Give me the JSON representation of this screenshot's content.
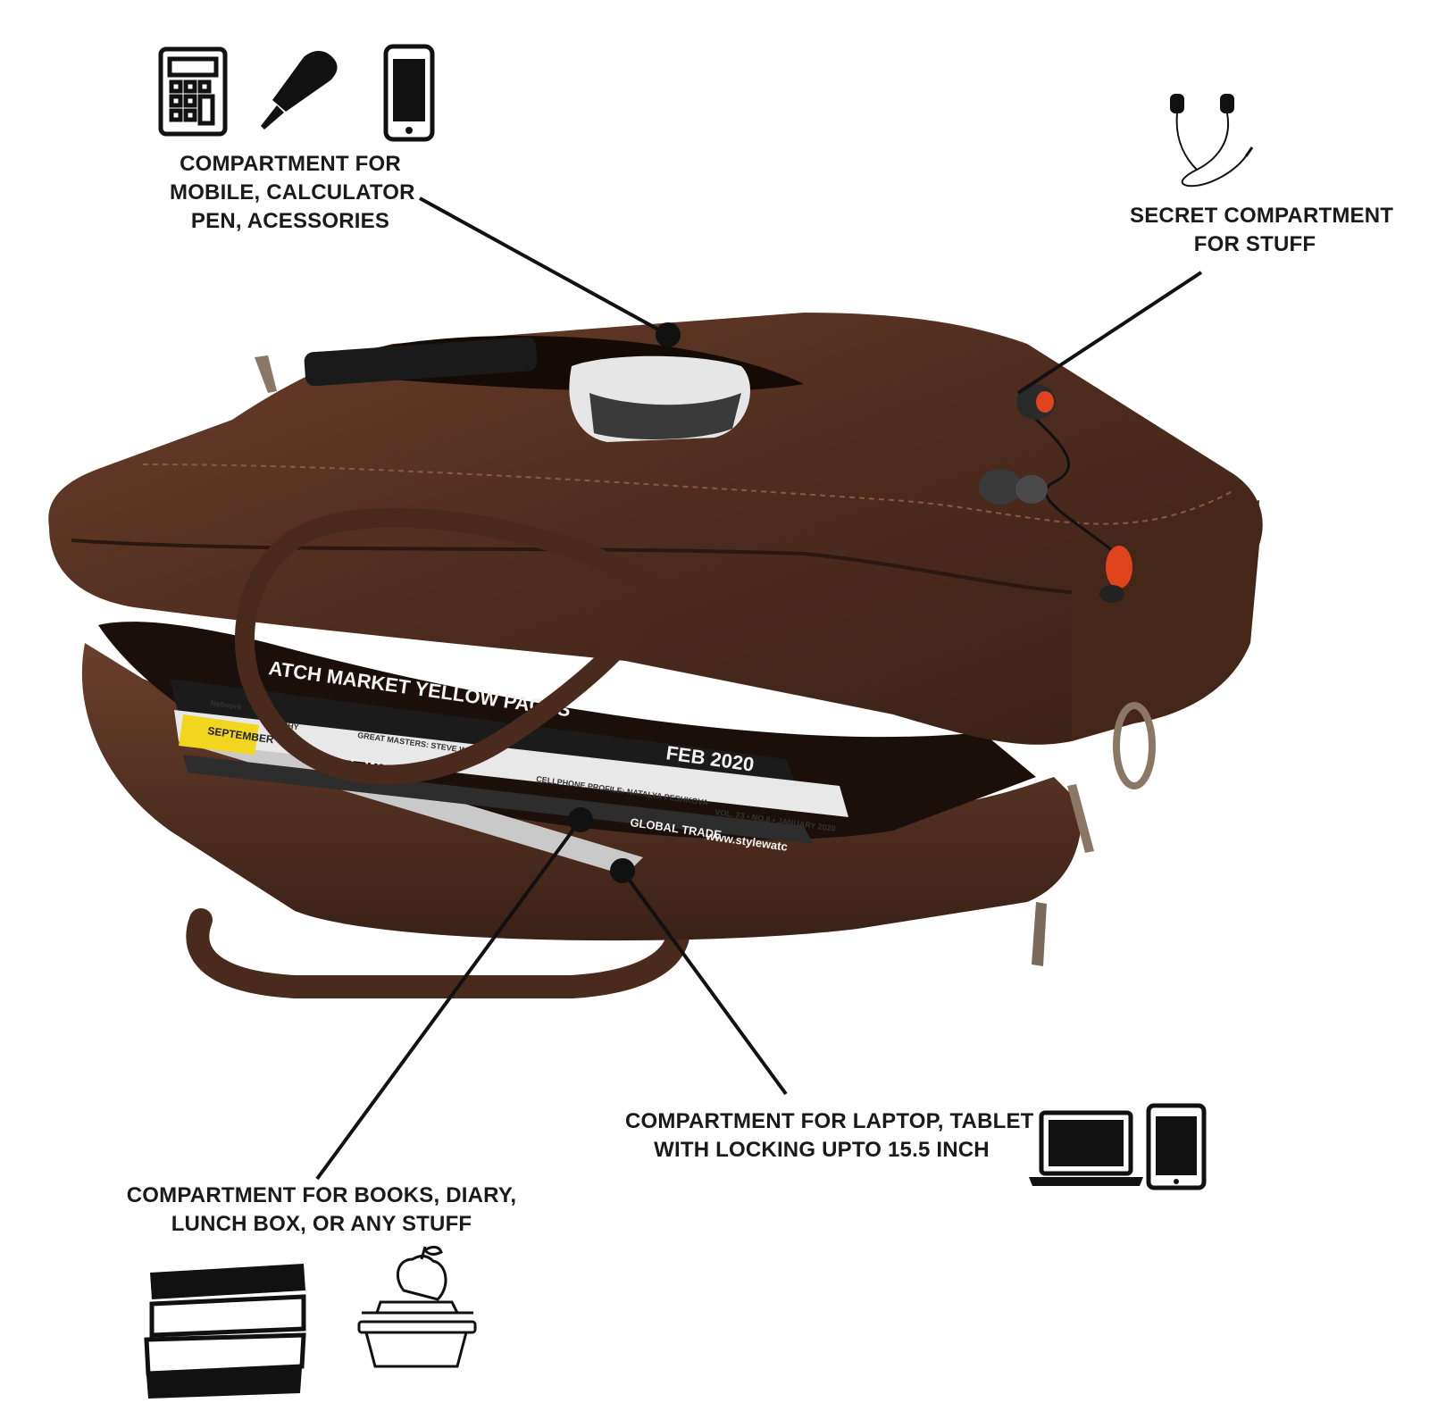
{
  "callouts": {
    "top_accessories": {
      "lines": [
        "COMPARTMENT FOR",
        "MOBILE, CALCULATOR",
        "PEN, ACESSORIES"
      ],
      "icons": [
        "calculator-icon",
        "fountain-pen-icon",
        "mobile-phone-icon"
      ]
    },
    "secret": {
      "lines": [
        "SECRET COMPARTMENT",
        "FOR STUFF"
      ],
      "icons": [
        "earphones-icon"
      ]
    },
    "laptop": {
      "lines": [
        "COMPARTMENT FOR LAPTOP, TABLET",
        "WITH LOCKING UPTO 15.5 INCH"
      ],
      "icons": [
        "laptop-icon",
        "tablet-icon"
      ]
    },
    "books": {
      "lines": [
        "COMPARTMENT FOR BOOKS, DIARY,",
        "LUNCH BOX, OR ANY STUFF"
      ],
      "icons": [
        "books-stack-icon",
        "lunch-box-icon"
      ]
    }
  },
  "magazine_texts": {
    "yellow_pages": "ATCH MARKET YELLOW PAGES",
    "feb": "FEB 2020",
    "september": "SEPTEMBER",
    "style_watch": "STYLE WATCH",
    "global_trade": "GLOBAL TRADE",
    "url": "www.stylewatc",
    "vol": "VOL. 23 • NO.8 • JANUARY 2020",
    "profile": "CELLPHONE PROFILE: NATALYA PESHKOVA",
    "masters": "GREAT MASTERS: STEVE WINTER",
    "graphy": "GRAPHY",
    "network": "Network"
  },
  "colors": {
    "leather": "#5a3322",
    "leather_dark": "#2e1a12",
    "leather_light": "#7a4a33",
    "ink": "#111111",
    "earbud_orange": "#e0441c"
  }
}
